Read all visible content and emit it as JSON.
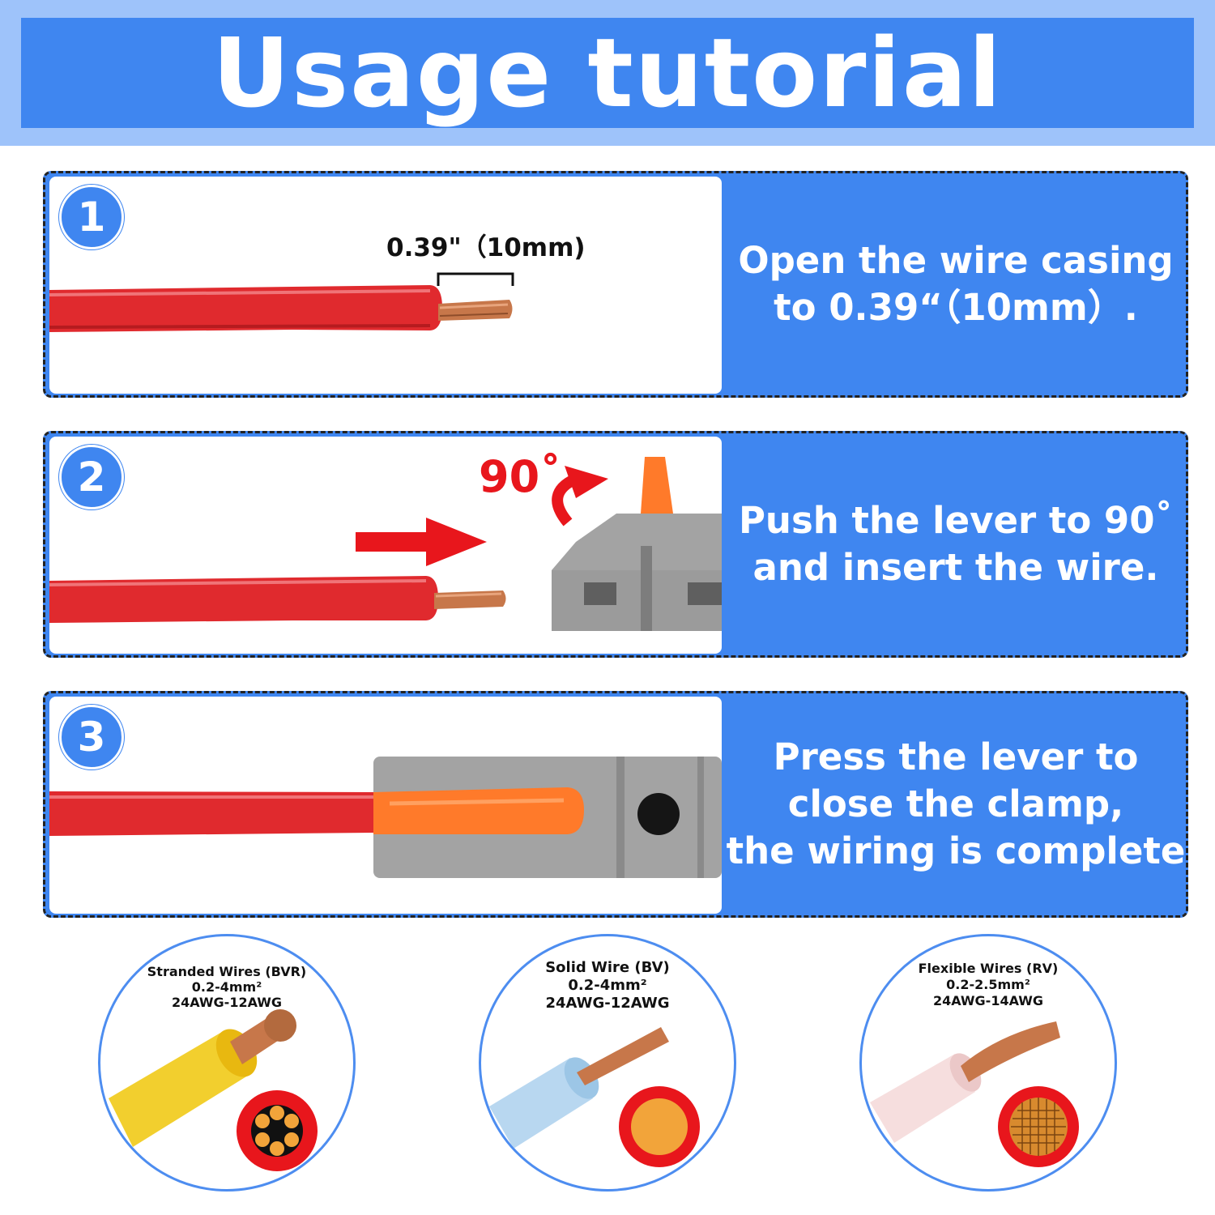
{
  "header": {
    "title": "Usage tutorial"
  },
  "steps": [
    {
      "number": "1",
      "measure_label": "0.39\"（10mm)",
      "text": "Open the wire casing\nto 0.39“（10mm）."
    },
    {
      "number": "2",
      "angle_label": "90˚",
      "text": "Push the lever to 90˚\nand insert the wire."
    },
    {
      "number": "3",
      "text": "Press the lever to\nclose the clamp,\nthe wiring is complete"
    }
  ],
  "wire_types": [
    {
      "name": "Stranded Wires (BVR)",
      "area": "0.2-4mm²",
      "awg": "24AWG-12AWG"
    },
    {
      "name": "Solid Wire (BV)",
      "area": "0.2-4mm²",
      "awg": "24AWG-12AWG"
    },
    {
      "name": "Flexible Wires (RV)",
      "area": "0.2-2.5mm²",
      "awg": "24AWG-14AWG"
    }
  ],
  "colors": {
    "accent_blue": "#3f86f0",
    "header_band": "#9ec3fa",
    "wire_red": "#e02a2e",
    "copper": "#c7774a",
    "connector_gray": "#9b9b9b",
    "lever_orange": "#ff7a2a"
  }
}
